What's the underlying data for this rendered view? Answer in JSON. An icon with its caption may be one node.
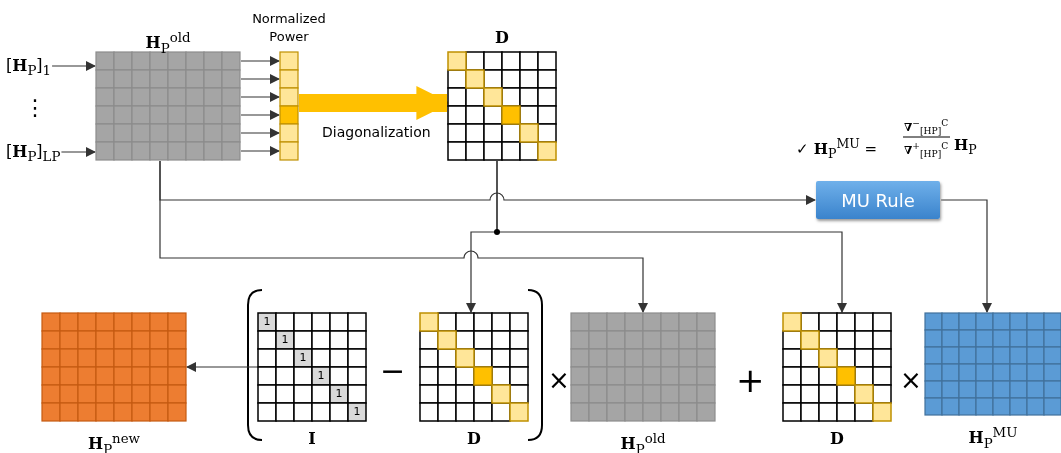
{
  "diagram": {
    "nodes": [
      {
        "text": [
          "[**H**$_{P}$]$_{1}$"
        ]
      },
      {
        "text": [
          "[**H**$_{P}$]$_{LP}$"
        ]
      },
      {
        "text": [
          "**H**$_{P}$$^{old}$"
        ]
      },
      {
        "text": [
          "Normalized Power"
        ]
      },
      {
        "text": [
          "**D**"
        ]
      },
      {
        "text": [
          "MU Rule"
        ]
      },
      {
        "text": [
          "**H**$_{P}$$^{new}$"
        ]
      },
      {
        "text": [
          "**I**",
          "1",
          "1",
          "1",
          "1",
          "1",
          "1"
        ]
      },
      {
        "text": [
          "**D**"
        ]
      },
      {
        "text": [
          "**H**$_{P}$$^{old}$"
        ]
      },
      {
        "text": [
          "**D**"
        ]
      },
      {
        "text": [
          "**H**$_{P}$$^{MU}$"
        ]
      }
    ],
    "edges": [
      {
        "from": 0,
        "to": 2,
        "arrow": "to"
      },
      {
        "from": 1,
        "to": 2,
        "arrow": "to"
      },
      {
        "from": 2,
        "to": 3,
        "arrow": "to"
      },
      {
        "from": 2,
        "to": 3,
        "arrow": "to"
      },
      {
        "from": 2,
        "to": 3,
        "arrow": "to"
      },
      {
        "from": 2,
        "to": 3,
        "arrow": "to"
      },
      {
        "from": 2,
        "to": 3,
        "arrow": "to"
      },
      {
        "from": 2,
        "to": 3,
        "arrow": "to"
      },
      {
        "from": 3,
        "to": 4,
        "arrow": "to",
        "label": "Diagonalization",
        "style": "thick",
        "color": "#ffc000"
      },
      {
        "from": 2,
        "to": 5,
        "arrow": "to"
      },
      {
        "from": 2,
        "to": 9,
        "arrow": "to"
      },
      {
        "from": 4,
        "to": 8,
        "arrow": "to"
      },
      {
        "from": 4,
        "to": 10,
        "arrow": "to"
      },
      {
        "from": 5,
        "to": 11,
        "arrow": "to"
      },
      {
        "from": 7,
        "to": 6,
        "arrow": "to"
      }
    ],
    "labels": [
      "⋮",
      "✓ **H**$_{P}$$^{MU}$ =",
      "**∇**$^{−}$$_{[HP]}$$^{C}$",
      "**∇**$^{+}$$_{[HP]}$$^{C}$",
      "**H**$_{P}$",
      "−",
      "×",
      "+",
      "×"
    ]
  }
}
